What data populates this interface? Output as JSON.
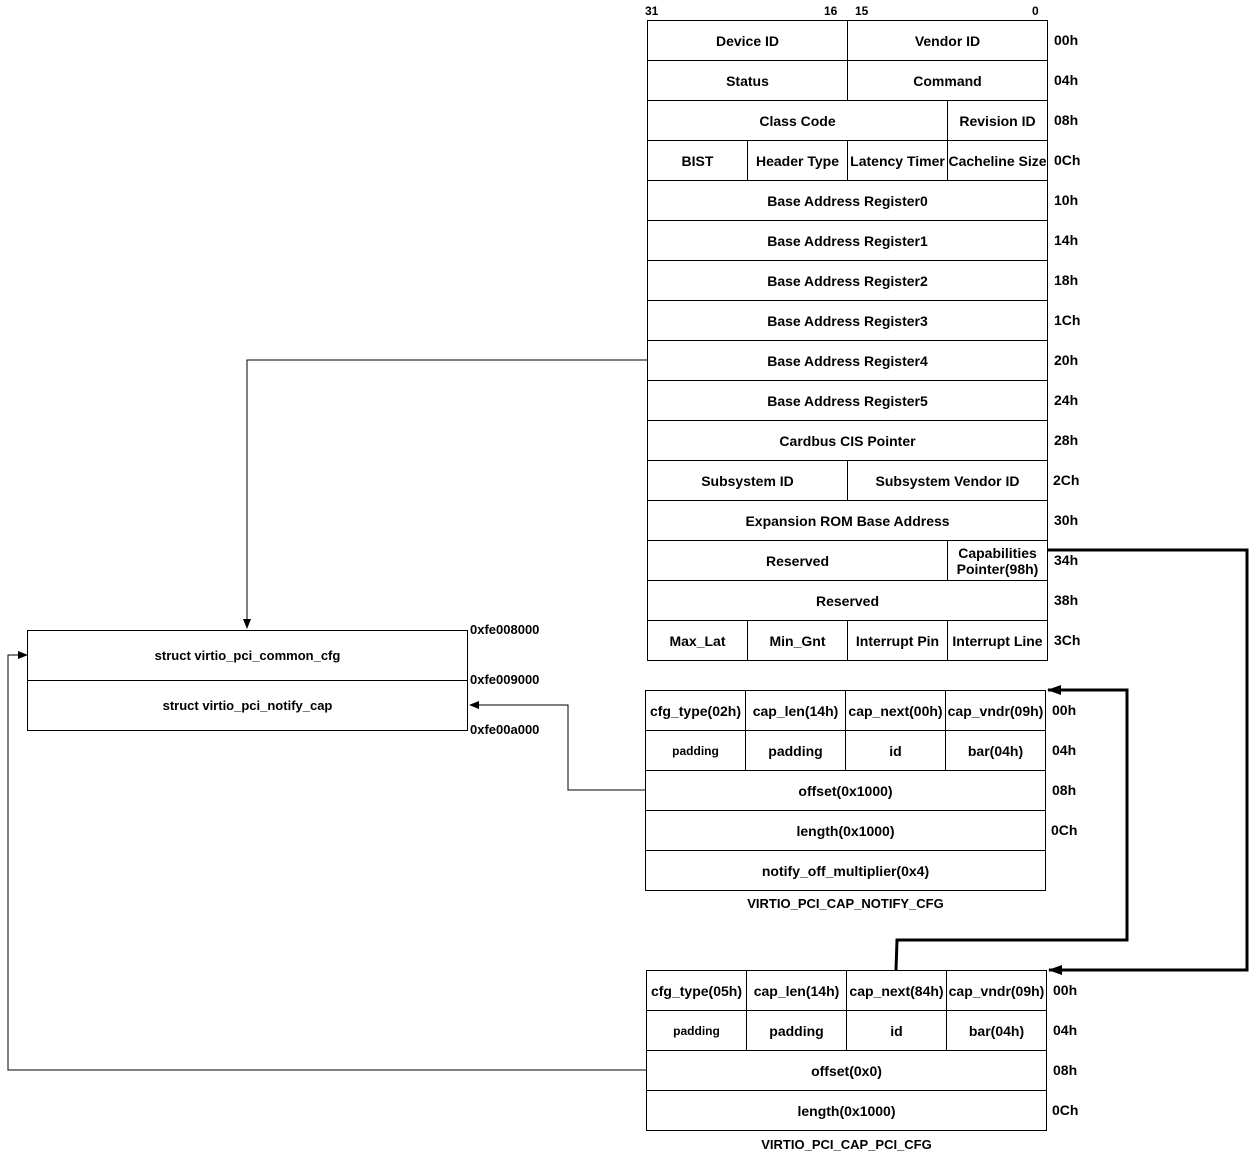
{
  "bit_labels": [
    "31",
    "16",
    "15",
    "0"
  ],
  "header": {
    "r00": {
      "device_id": "Device ID",
      "vendor_id": "Vendor ID",
      "offset": "00h"
    },
    "r04": {
      "status": "Status",
      "command": "Command",
      "offset": "04h"
    },
    "r08": {
      "class_code": "Class Code",
      "revision_id": "Revision ID",
      "offset": "08h"
    },
    "r0c": {
      "bist": "BIST",
      "header_type": "Header Type",
      "latency_timer": "Latency Timer",
      "cacheline_size": "Cacheline Size",
      "offset": "0Ch"
    },
    "r10": {
      "label": "Base Address Register0",
      "offset": "10h"
    },
    "r14": {
      "label": "Base Address Register1",
      "offset": "14h"
    },
    "r18": {
      "label": "Base Address Register2",
      "offset": "18h"
    },
    "r1c": {
      "label": "Base Address Register3",
      "offset": "1Ch"
    },
    "r20": {
      "label": "Base Address Register4",
      "offset": "20h"
    },
    "r24": {
      "label": "Base Address Register5",
      "offset": "24h"
    },
    "r28": {
      "label": "Cardbus CIS Pointer",
      "offset": "28h"
    },
    "r2c": {
      "subsystem_id": "Subsystem ID",
      "subsystem_vendor_id": "Subsystem Vendor ID",
      "offset": "2Ch"
    },
    "r30": {
      "label": "Expansion ROM Base Address",
      "offset": "30h"
    },
    "r34": {
      "reserved": "Reserved",
      "capabilities_pointer": "Capabilities Pointer(98h)",
      "offset": "34h"
    },
    "r38": {
      "label": "Reserved",
      "offset": "38h"
    },
    "r3c": {
      "max_lat": "Max_Lat",
      "min_gnt": "Min_Gnt",
      "interrupt_pin": "Interrupt Pin",
      "interrupt_line": "Interrupt Line",
      "offset": "3Ch"
    }
  },
  "notify_cap": {
    "title": "VIRTIO_PCI_CAP_NOTIFY_CFG",
    "cfg_type": "cfg_type(02h)",
    "cap_len": "cap_len(14h)",
    "cap_next": "cap_next(00h)",
    "cap_vndr": "cap_vndr(09h)",
    "padding1": "padding",
    "padding2": "padding",
    "id": "id",
    "bar": "bar(04h)",
    "offset": "offset(0x1000)",
    "length": "length(0x1000)",
    "notify_off_multiplier": "notify_off_multiplier(0x4)",
    "offsets": [
      "00h",
      "04h",
      "08h",
      "0Ch"
    ]
  },
  "pci_cap": {
    "title": "VIRTIO_PCI_CAP_PCI_CFG",
    "cfg_type": "cfg_type(05h)",
    "cap_len": "cap_len(14h)",
    "cap_next": "cap_next(84h)",
    "cap_vndr": "cap_vndr(09h)",
    "padding1": "padding",
    "padding2": "padding",
    "id": "id",
    "bar": "bar(04h)",
    "offset": "offset(0x0)",
    "length": "length(0x1000)",
    "offsets": [
      "00h",
      "04h",
      "08h",
      "0Ch"
    ]
  },
  "memory": {
    "common_cfg": "struct virtio_pci_common_cfg",
    "notify_cap": "struct virtio_pci_notify_cap",
    "addresses": [
      "0xfe008000",
      "0xfe009000",
      "0xfe00a000"
    ]
  }
}
